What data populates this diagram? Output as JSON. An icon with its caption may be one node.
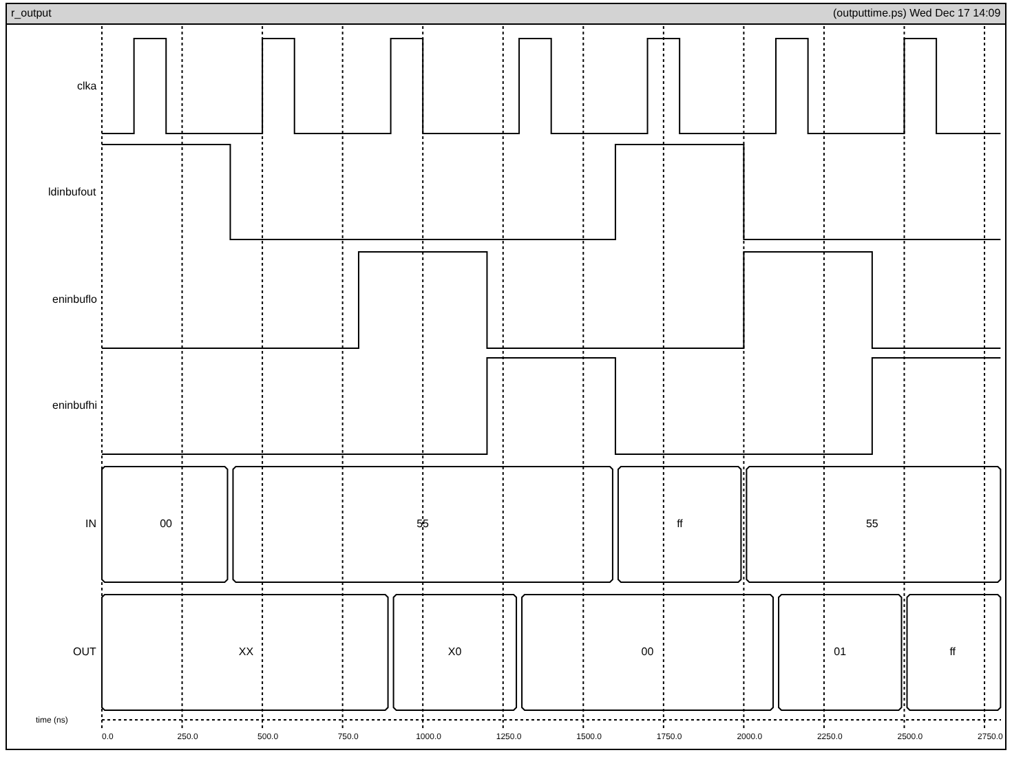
{
  "diagram": {
    "title": "r_output",
    "labels": [
      "(outputtime.ps) Wed Dec 17 14:09",
      "clka",
      "ldinbufout",
      "eninbuflo",
      "eninbufhi",
      "IN",
      "00",
      "55",
      "ff",
      "55",
      "OUT",
      "XX",
      "X0",
      "00",
      "01",
      "ff",
      "time (ns)",
      "0.0",
      "250.0",
      "500.0",
      "750.0",
      "1000.0",
      "1250.0",
      "1500.0",
      "1750.0",
      "2000.0",
      "2250.0",
      "2500.0",
      "2750.0"
    ]
  }
}
